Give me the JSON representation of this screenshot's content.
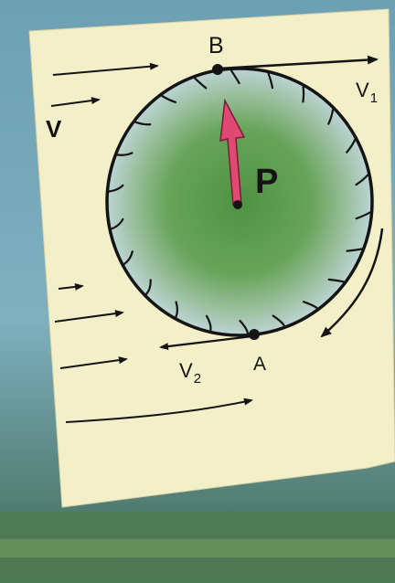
{
  "labels": {
    "point_top": "B",
    "point_bottom": "A",
    "flow_velocity": "V",
    "top_velocity": "V",
    "top_velocity_sub": "1",
    "bottom_velocity": "V",
    "bottom_velocity_sub": "2",
    "force": "P"
  },
  "colors": {
    "cylinder_fill": "#5f9e52",
    "cylinder_rim": "#b9d3cf",
    "force_arrow": "#e04a72",
    "ink": "#141414",
    "paper": "#f3efc8",
    "sky": "#7eb0c0"
  }
}
